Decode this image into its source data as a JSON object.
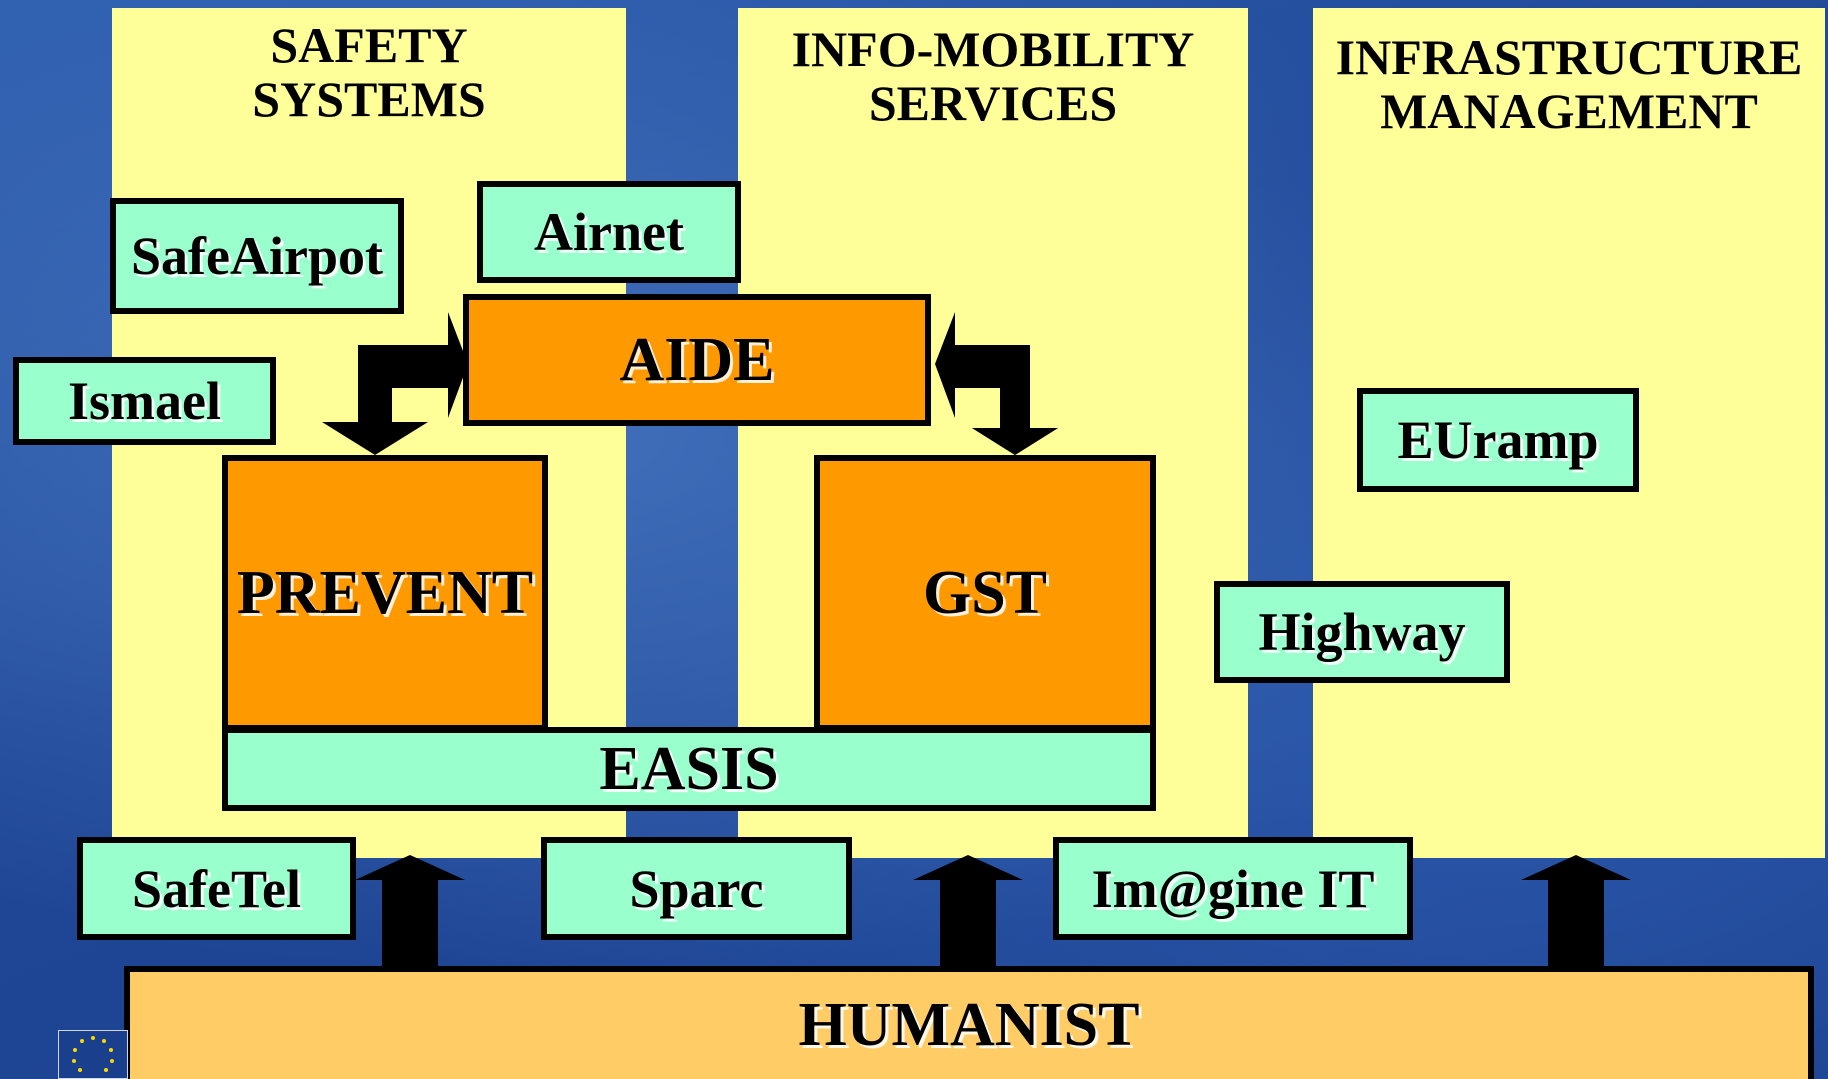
{
  "panels": {
    "safety": "SAFETY\nSYSTEMS",
    "info": "INFO-MOBILITY\nSERVICES",
    "infra": "INFRASTRUCTURE\nMANAGEMENT"
  },
  "boxes": {
    "safeairpot": "SafeAirpot",
    "airnet": "Airnet",
    "aide": "AIDE",
    "ismael": "Ismael",
    "prevent": "PREVENT",
    "gst": "GST",
    "euramp": "EUramp",
    "highway": "Highway",
    "easis": "EASIS",
    "safetel": "SafeTel",
    "sparc": "Sparc",
    "imagine": "Im@gine IT",
    "humanist": "HUMANIST"
  },
  "colors": {
    "panel": "#ffff99",
    "green": "#99ffcc",
    "orange": "#ff9900",
    "peach": "#ffcc66",
    "background": "#1f4796"
  },
  "icons": {
    "eu_flag": "eu-flag-icon",
    "arrow": "arrow-up-icon"
  }
}
